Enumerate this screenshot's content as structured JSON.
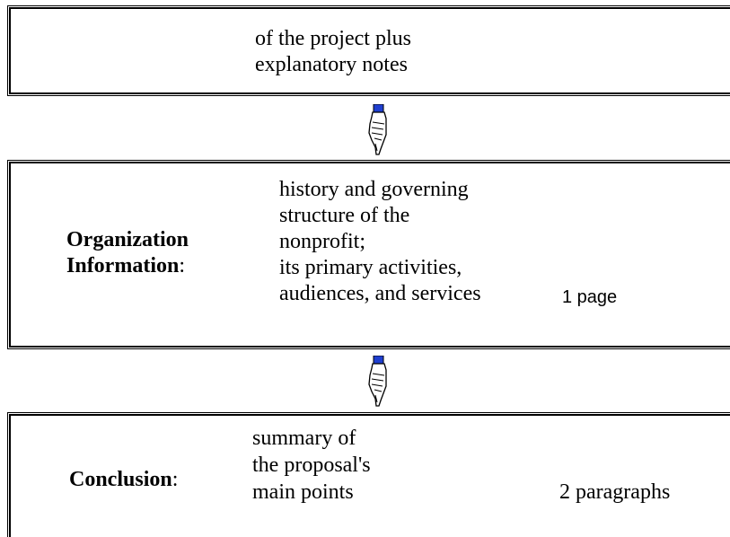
{
  "box1": {
    "lines": [
      "of the project plus",
      "explanatory notes"
    ]
  },
  "box2": {
    "heading_lines": [
      "Organization",
      "Information"
    ],
    "heading_colon": ":",
    "desc_lines": [
      "history and governing",
      "structure of the",
      "nonprofit;",
      "its primary activities,",
      "audiences, and services"
    ],
    "length": "1 page"
  },
  "box3": {
    "heading": "Conclusion",
    "heading_colon": ":",
    "desc_lines": [
      "summary of",
      "the proposal's",
      "main points"
    ],
    "length": "2 paragraphs"
  },
  "icons": {
    "arrow": "pointing-hand-down-icon",
    "cuff_color": "#1f3fd0"
  }
}
